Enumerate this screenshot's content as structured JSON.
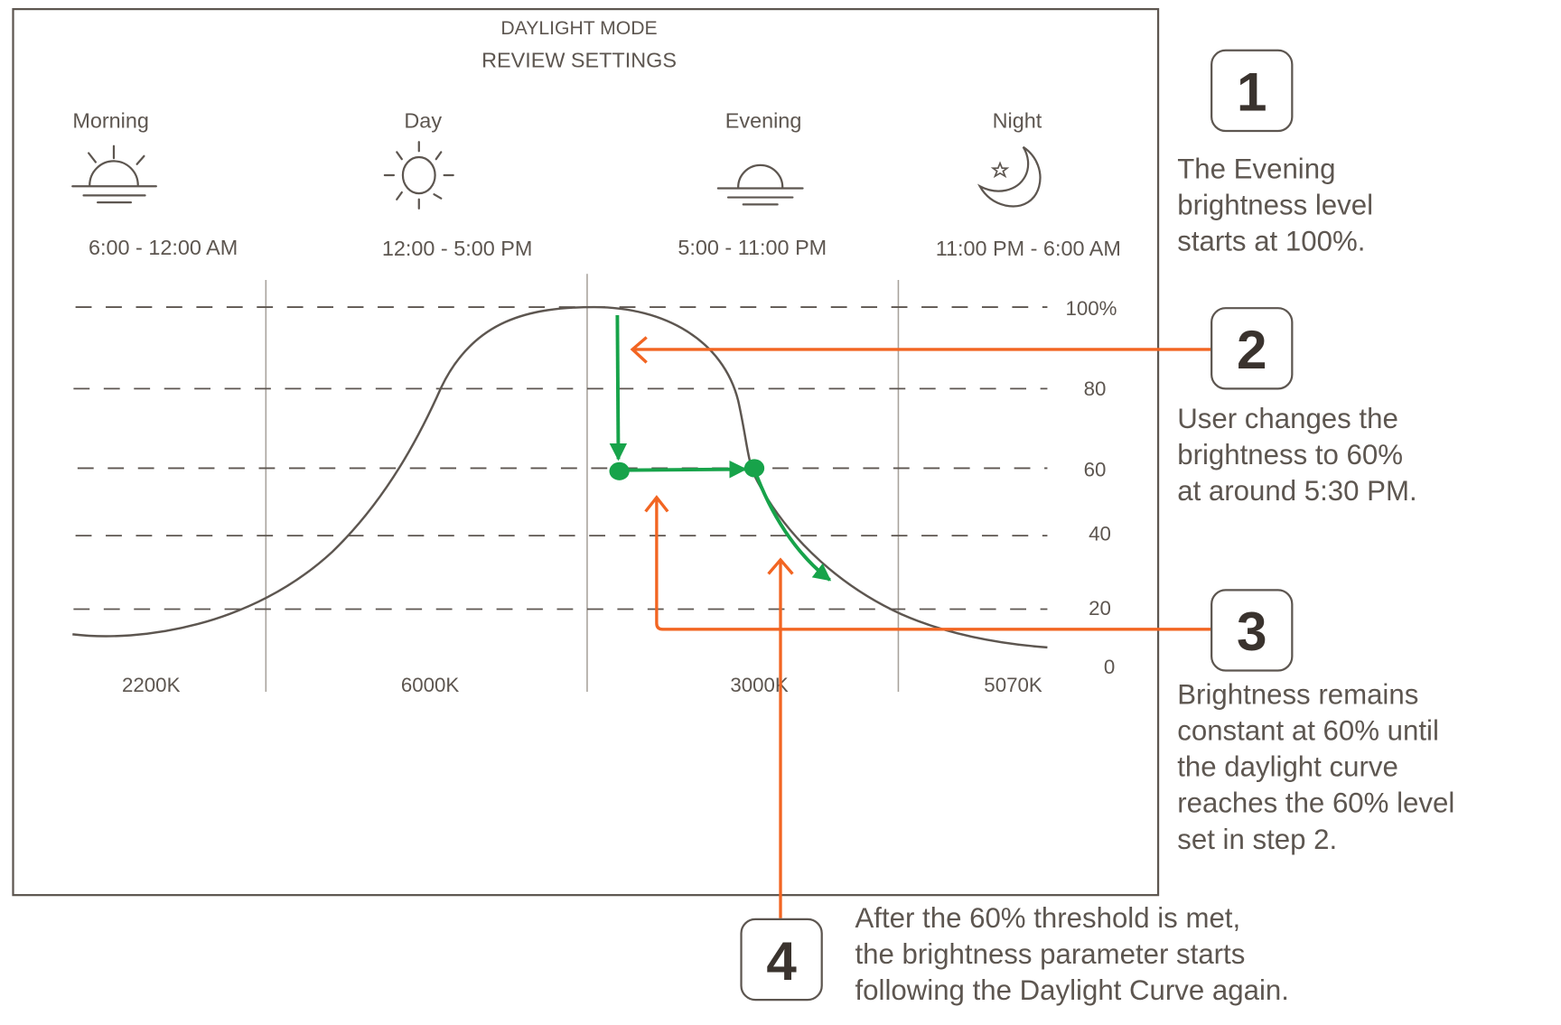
{
  "header": {
    "mode": "DAYLIGHT MODE",
    "title": "REVIEW SETTINGS"
  },
  "periods": [
    {
      "name": "Morning",
      "icon": "sunrise-icon",
      "time": "6:00 - 12:00 AM",
      "color_temp": "2200K"
    },
    {
      "name": "Day",
      "icon": "sun-icon",
      "time": "12:00 - 5:00 PM",
      "color_temp": "6000K"
    },
    {
      "name": "Evening",
      "icon": "sunset-icon",
      "time": "5:00 - 11:00 PM",
      "color_temp": "3000K"
    },
    {
      "name": "Night",
      "icon": "moon-icon",
      "time": "11:00 PM - 6:00 AM",
      "color_temp": "5070K"
    }
  ],
  "y_axis": [
    "100%",
    "80",
    "60",
    "40",
    "20",
    "0"
  ],
  "steps": [
    {
      "number": "1",
      "lines": [
        "The Evening",
        "brightness level",
        "starts at 100%."
      ]
    },
    {
      "number": "2",
      "lines": [
        "User changes the",
        "brightness to 60%",
        "at around 5:30 PM."
      ]
    },
    {
      "number": "3",
      "lines": [
        "Brightness remains",
        "constant at 60% until",
        "the daylight curve",
        "reaches the 60% level",
        "set in step 2."
      ]
    },
    {
      "number": "4",
      "lines": [
        "After the 60% threshold is met,",
        "the brightness parameter starts",
        "following the Daylight Curve again."
      ]
    }
  ],
  "colors": {
    "line": "#5d5650",
    "annotation": "#f26522",
    "user_path": "#17a34a"
  }
}
